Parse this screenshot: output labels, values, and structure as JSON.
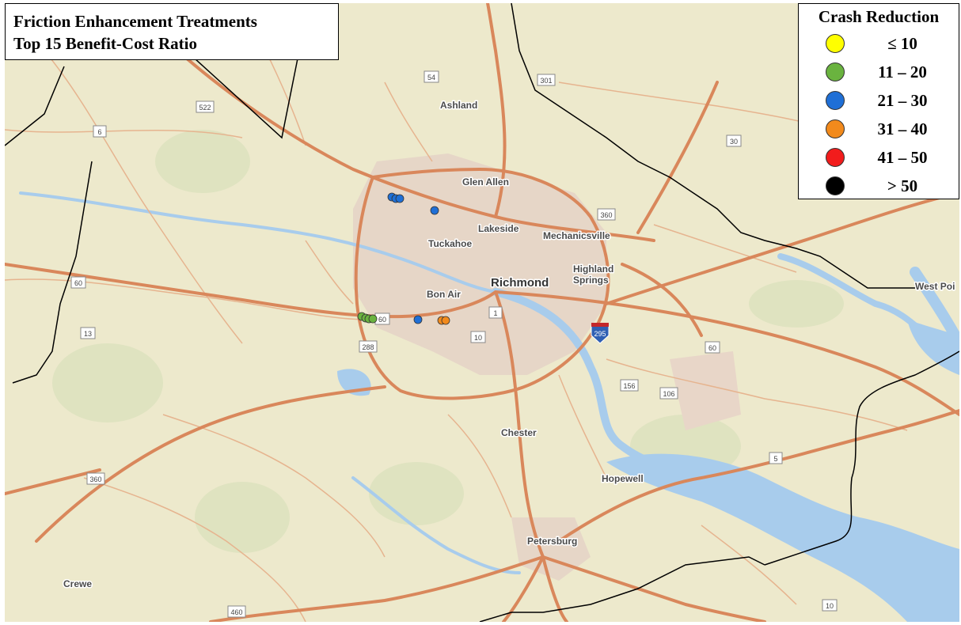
{
  "title": {
    "line1": "Friction Enhancement Treatments",
    "line2": "Top 15 Benefit-Cost Ratio"
  },
  "legend": {
    "title": "Crash Reduction",
    "items": [
      {
        "label": "≤ 10",
        "color": "#ffff00"
      },
      {
        "label": "11 – 20",
        "color": "#6ab33f"
      },
      {
        "label": "21 – 30",
        "color": "#1f6fd6"
      },
      {
        "label": "31 – 40",
        "color": "#f28a1c"
      },
      {
        "label": "41 – 50",
        "color": "#f21c1c"
      },
      {
        "label": "> 50",
        "color": "#000000"
      }
    ]
  },
  "places": {
    "ashland": "Ashland",
    "glen_allen": "Glen Allen",
    "lakeside": "Lakeside",
    "mechanicsville": "Mechanicsville",
    "tuckahoe": "Tuckahoe",
    "highland_springs_1": "Highland",
    "highland_springs_2": "Springs",
    "richmond": "Richmond",
    "bon_air": "Bon Air",
    "west_point": "West Poi",
    "chester": "Chester",
    "hopewell": "Hopewell",
    "petersburg": "Petersburg",
    "crewe": "Crewe"
  },
  "shields": {
    "r54": "54",
    "r301": "301",
    "r522": "522",
    "r6": "6",
    "r30": "30",
    "r360a": "360",
    "r60a": "60",
    "r13": "13",
    "r60b": "60",
    "r288": "288",
    "r1": "1",
    "r10a": "10",
    "r295": "295",
    "r60c": "60",
    "r156": "156",
    "r106": "106",
    "r5": "5",
    "r360b": "360",
    "r460": "460",
    "r10b": "10"
  },
  "colors": {
    "land": "#ede9cc",
    "water": "#a8ccec",
    "major_road": "#d9875b",
    "minor_road": "#e6b48f",
    "urban": "#e3cfc6",
    "border": "#000000"
  }
}
